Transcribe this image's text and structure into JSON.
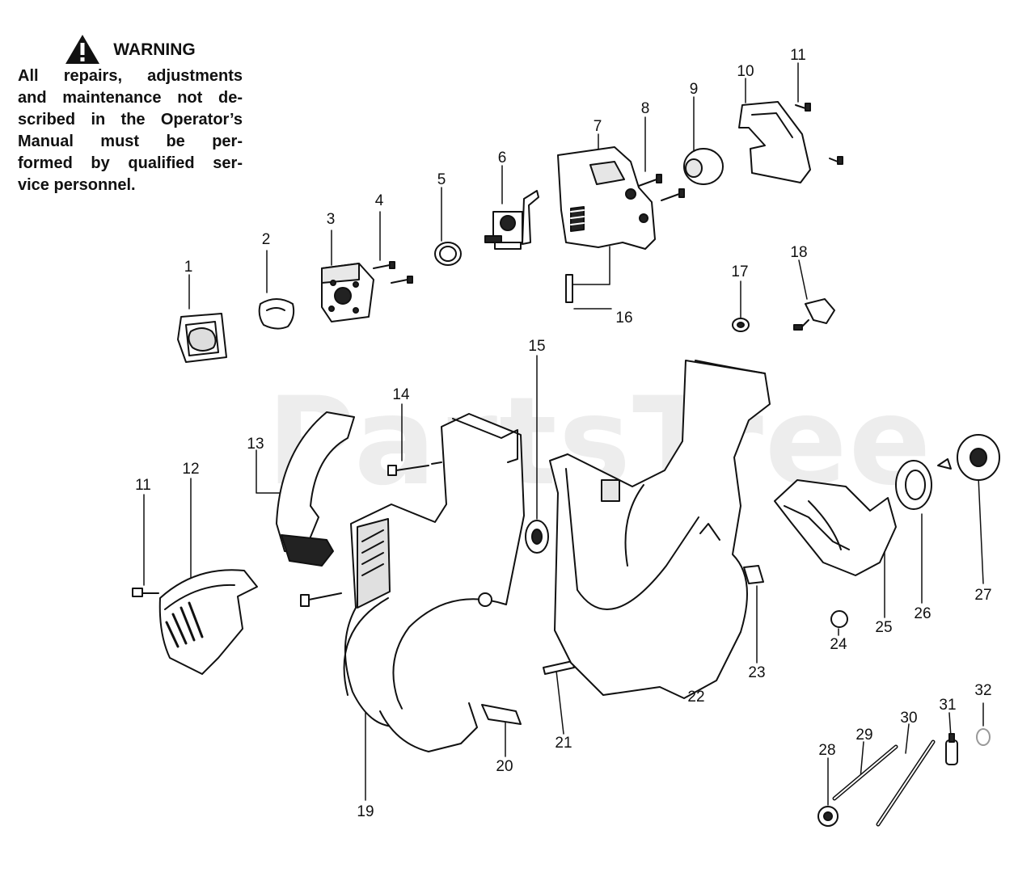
{
  "warning": {
    "title": "WARNING",
    "lines": [
      "All repairs, adjustments",
      "and maintenance not de-",
      "scribed in the Operator’s",
      "Manual must be per-",
      "formed by qualified ser-",
      "vice personnel."
    ]
  },
  "watermark": "PartsTree",
  "callouts": [
    "1",
    "2",
    "3",
    "4",
    "5",
    "6",
    "7",
    "8",
    "9",
    "10",
    "11",
    "12",
    "13",
    "14",
    "15",
    "16",
    "17",
    "18",
    "19",
    "20",
    "21",
    "22",
    "23",
    "24",
    "25",
    "26",
    "27",
    "28",
    "29",
    "30",
    "31",
    "32"
  ],
  "colors": {
    "ink": "#111111",
    "paper": "#ffffff",
    "shade": "#d6d6d6",
    "watermark": "#bebebe"
  }
}
